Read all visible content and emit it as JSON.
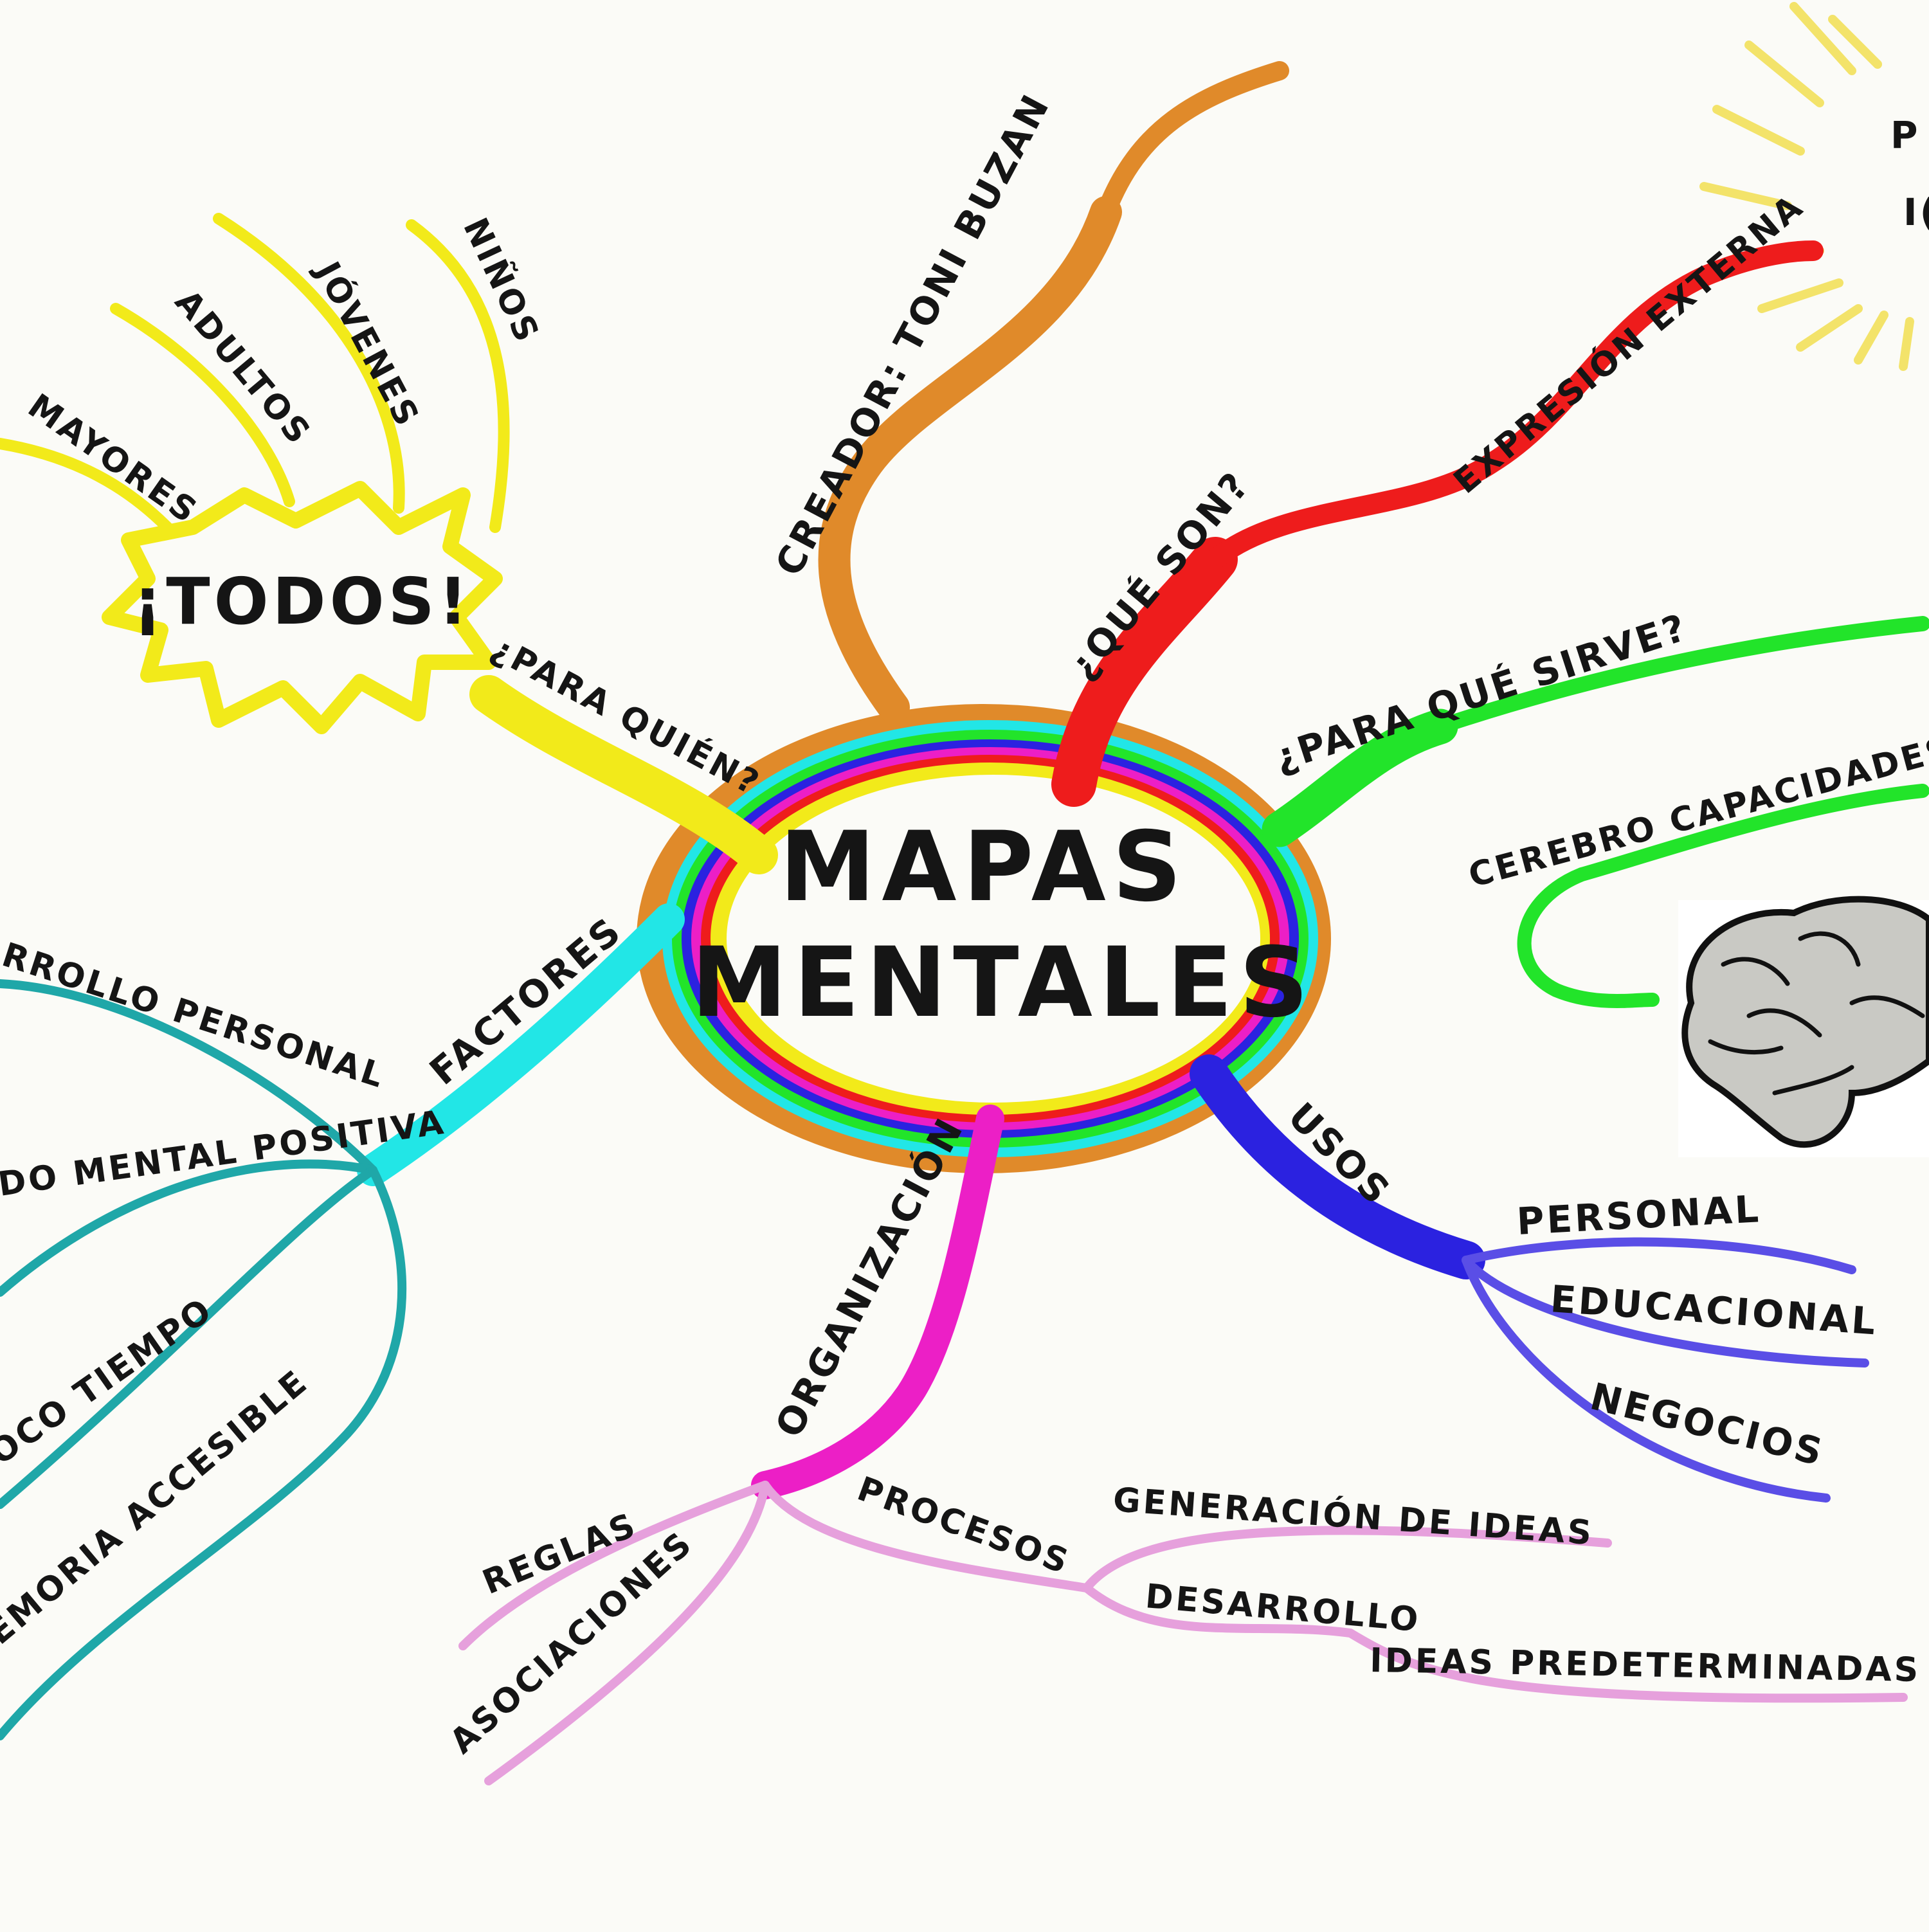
{
  "center": {
    "line1": "MAPAS",
    "line2": "MENTALES"
  },
  "branches": {
    "para_quien": {
      "label": "¿PARA QUIÉN?",
      "burst": "¡TODOS!",
      "items": [
        "MAYORES",
        "ADULTOS",
        "JÓVENES",
        "NIÑOS"
      ]
    },
    "creador": {
      "label": "CREADOR: TONI BUZAN"
    },
    "que_son": {
      "label": "¿QUÉ SON?",
      "sub": "EXPRESIÓN EXTERNA",
      "sun_partial": [
        "P",
        "I("
      ]
    },
    "para_que": {
      "label": "¿PARA QUÉ SIRVE?",
      "sub": "CEREBRO CAPACIDADES"
    },
    "usos": {
      "label": "USOS",
      "items": [
        "PERSONAL",
        "EDUCACIONAL",
        "NEGOCIOS"
      ]
    },
    "organizacion": {
      "label": "ORGANIZACIÓN",
      "items": [
        "REGLAS",
        "ASOCIACIONES",
        "PROCESOS"
      ],
      "procesos": [
        "GENERACIÓN DE IDEAS",
        "DESARROLLO",
        "IDEAS PREDETERMINADAS"
      ]
    },
    "factores": {
      "label": "FACTORES",
      "items": [
        "RROLLO PERSONAL",
        "DO MENTAL POSITIVA",
        "OCO TIEMPO",
        "EMORIA ACCESIBLE"
      ]
    }
  },
  "colors": {
    "yellow": "#f2ea1a",
    "orange": "#e08a2a",
    "red": "#ee1c1c",
    "green": "#22e42a",
    "blue": "#2b22e0",
    "purple": "#5a4ee6",
    "magenta": "#ec1fc6",
    "pink": "#e6a0dc",
    "teal": "#1fa7a8",
    "cyan": "#22e6e6"
  }
}
